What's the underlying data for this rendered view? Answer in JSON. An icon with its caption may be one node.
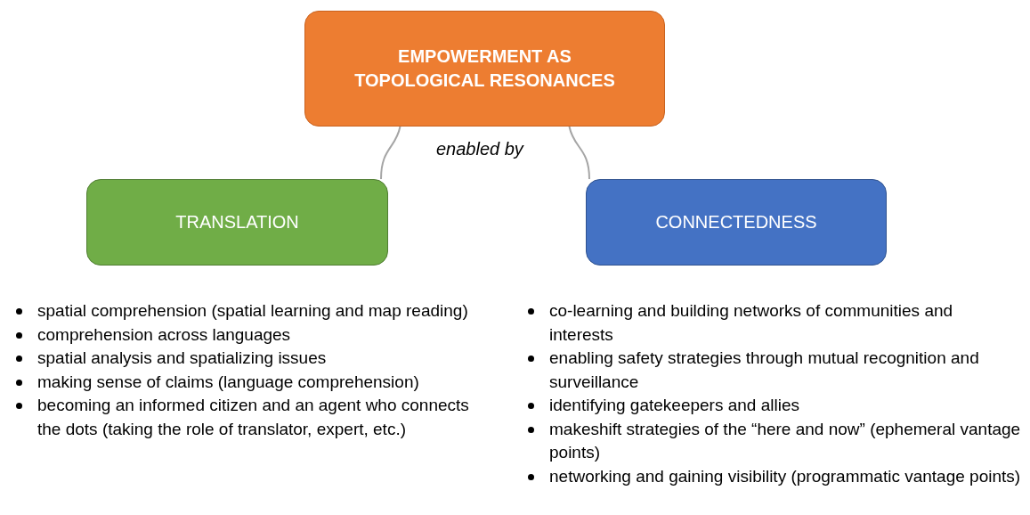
{
  "diagram": {
    "nodes": [
      {
        "text": [
          "EMPOWERMENT AS TOPOLOGICAL RESONANCES"
        ]
      },
      {
        "text": [
          "TRANSLATION"
        ],
        "beside": [
          "spatial comprehension (spatial learning and map reading)",
          "comprehension across languages",
          "spatial analysis and spatializing issues",
          "making sense of claims (language comprehension)",
          "becoming an informed citizen and an agent who connects the dots (taking the role of translator, expert, etc.)"
        ]
      },
      {
        "text": [
          "CONNECTEDNESS"
        ],
        "beside": [
          "co-learning and building networks of communities and interests",
          "enabling safety strategies through mutual recognition and surveillance",
          "identifying gatekeepers and allies",
          "makeshift strategies of the “here and now” (ephemeral vantage points)",
          "networking and gaining visibility (programmatic vantage points)"
        ]
      }
    ],
    "edges": [
      {
        "from": 0,
        "to": 1,
        "arrow": "none"
      },
      {
        "from": 0,
        "to": 2,
        "arrow": "none"
      }
    ],
    "labels": [
      "enabled by"
    ]
  }
}
